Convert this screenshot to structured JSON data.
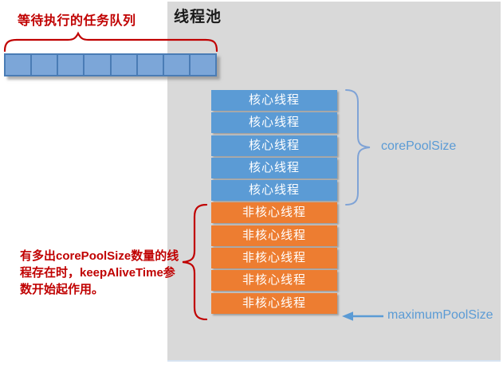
{
  "pool": {
    "title": "线程池",
    "rows": [
      {
        "label": "核心线程",
        "type": "core"
      },
      {
        "label": "核心线程",
        "type": "core"
      },
      {
        "label": "核心线程",
        "type": "core"
      },
      {
        "label": "核心线程",
        "type": "core"
      },
      {
        "label": "核心线程",
        "type": "core"
      },
      {
        "label": "非核心线程",
        "type": "noncore"
      },
      {
        "label": "非核心线程",
        "type": "noncore"
      },
      {
        "label": "非核心线程",
        "type": "noncore"
      },
      {
        "label": "非核心线程",
        "type": "noncore"
      },
      {
        "label": "非核心线程",
        "type": "noncore"
      }
    ]
  },
  "queue": {
    "label": "等待执行的任务队列",
    "cell_count": 8
  },
  "annotations": {
    "core_pool_size_label": "corePoolSize",
    "maximum_pool_size_label": "maximumPoolSize",
    "keep_alive_note_lines": [
      "有多出corePoolSize数量的线",
      "程存在时，keepAliveTime参",
      "数开始起作用。"
    ]
  },
  "colors": {
    "core_thread_blue": "#5B9BD5",
    "non_core_thread_orange": "#ED7D31",
    "queue_cell_fill": "#7CA6D8",
    "queue_cell_border": "#4A7CB5",
    "annotation_red": "#C00000",
    "pool_panel_gray": "#D9D9D9",
    "size_label_blue": "#5B9BD5"
  }
}
